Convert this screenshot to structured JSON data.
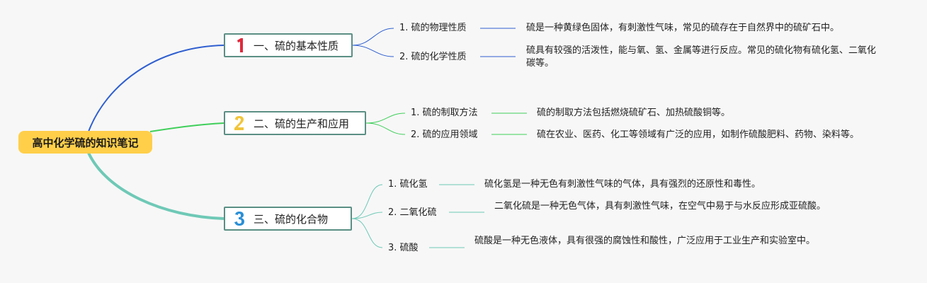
{
  "root": {
    "label": "高中化学硫的知识笔记"
  },
  "colors": {
    "branch1": "#2f5fd0",
    "branch2": "#3fcf5a",
    "branch3": "#6ec9b6",
    "badge1": "#e02a3c",
    "badge2": "#f2c53a",
    "badge3": "#2a8fd6",
    "root_bg": "#ffcf4a",
    "box_border": "#5b8f84"
  },
  "branches": [
    {
      "badge": "1",
      "label": "一、硫的基本性质",
      "children": [
        {
          "label": "1. 硫的物理性质",
          "desc": "硫是一种黄绿色固体，有刺激性气味，常见的硫存在于自然界中的硫矿石中。"
        },
        {
          "label": "2. 硫的化学性质",
          "desc": "硫具有较强的活泼性，能与氧、氢、金属等进行反应。常见的硫化物有硫化氢、二氧化碳等。"
        }
      ]
    },
    {
      "badge": "2",
      "label": "二、硫的生产和应用",
      "children": [
        {
          "label": "1. 硫的制取方法",
          "desc": "硫的制取方法包括燃烧硫矿石、加热硫酸铜等。"
        },
        {
          "label": "2. 硫的应用领域",
          "desc": "硫在农业、医药、化工等领域有广泛的应用，如制作硫酸肥料、药物、染料等。"
        }
      ]
    },
    {
      "badge": "3",
      "label": "三、硫的化合物",
      "children": [
        {
          "label": "1. 硫化氢",
          "desc": "硫化氢是一种无色有刺激性气味的气体，具有强烈的还原性和毒性。"
        },
        {
          "label": "2. 二氧化硫",
          "desc": "二氧化硫是一种无色气体，具有刺激性气味，在空气中易于与水反应形成亚硫酸。"
        },
        {
          "label": "3. 硫酸",
          "desc": "硫酸是一种无色液体，具有很强的腐蚀性和酸性，广泛应用于工业生产和实验室中。"
        }
      ]
    }
  ]
}
